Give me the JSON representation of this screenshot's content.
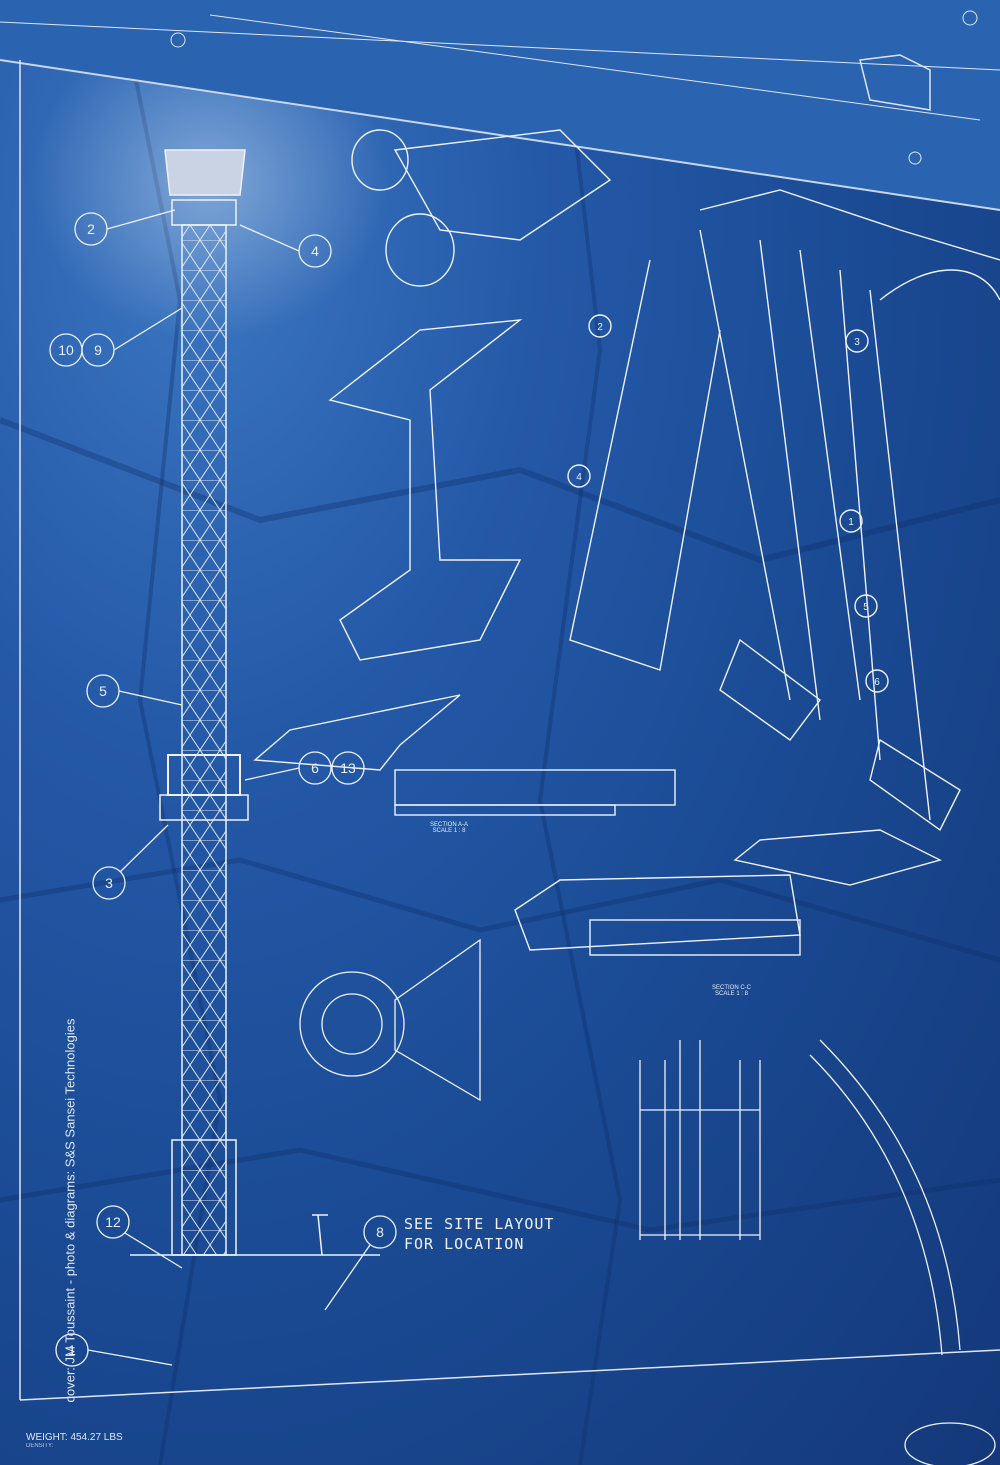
{
  "note": {
    "line1": "SEE SITE LAYOUT",
    "line2": "FOR LOCATION"
  },
  "credit": "cover: JM Toussaint - photo & diagrams: S&S Sansei Technologies",
  "weight": "WEIGHT: 454.27 LBS",
  "density": "DENSITY:",
  "sections": {
    "a": {
      "title": "SECTION A-A",
      "scale": "SCALE 1 : 8"
    },
    "c": {
      "title": "SECTION C-C",
      "scale": "SCALE 1 : 8"
    }
  }
}
